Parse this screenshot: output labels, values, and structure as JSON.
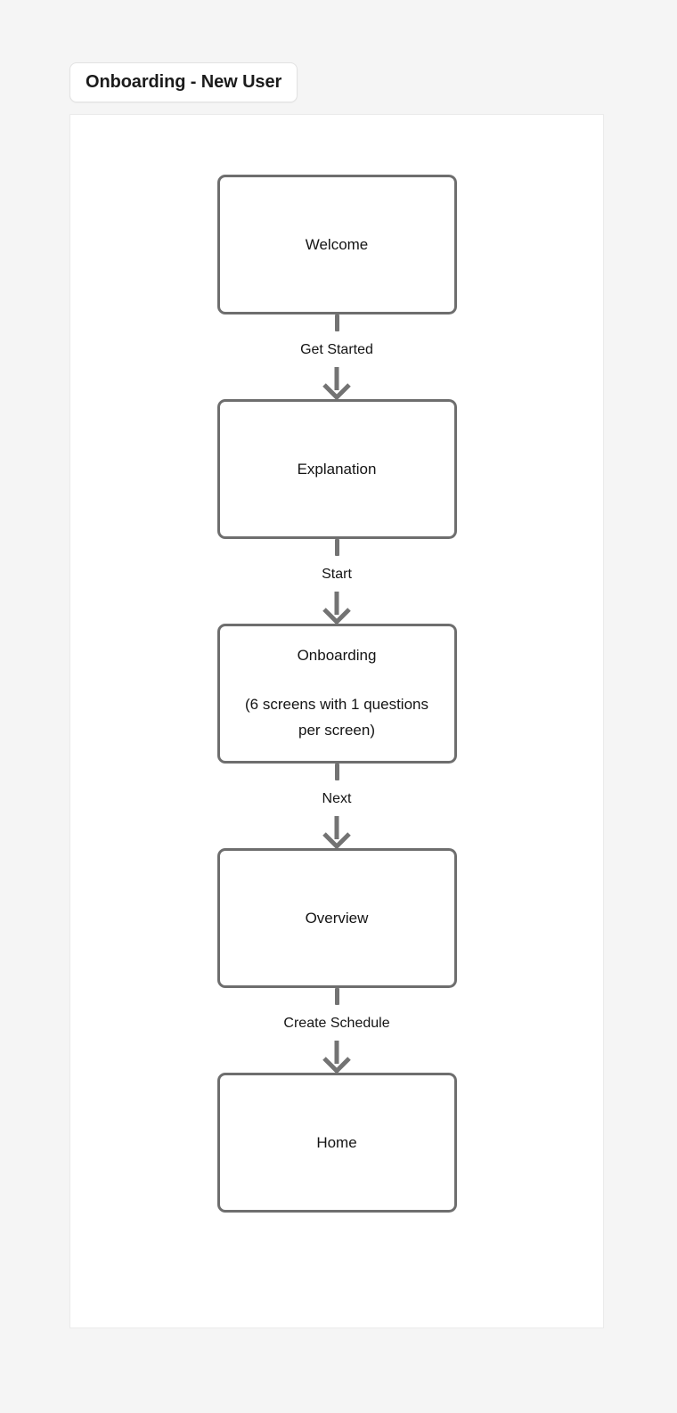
{
  "page": {
    "background_color": "#f5f5f5",
    "canvas_background": "#ffffff",
    "canvas_border_color": "#ebebeb",
    "node_border_color": "#6e6e6e",
    "arrow_color": "#737373",
    "text_color": "#141414"
  },
  "header": {
    "title": "Onboarding - New User"
  },
  "flow": {
    "nodes": [
      {
        "id": "welcome",
        "label": "Welcome",
        "sub": ""
      },
      {
        "id": "explanation",
        "label": "Explanation",
        "sub": ""
      },
      {
        "id": "onboarding",
        "label": "Onboarding",
        "sub": "(6 screens with 1 questions per screen)"
      },
      {
        "id": "overview",
        "label": "Overview",
        "sub": ""
      },
      {
        "id": "home",
        "label": "Home",
        "sub": ""
      }
    ],
    "connectors": [
      {
        "id": "get-started",
        "label": "Get Started",
        "from": "welcome",
        "to": "explanation"
      },
      {
        "id": "start",
        "label": "Start",
        "from": "explanation",
        "to": "onboarding"
      },
      {
        "id": "next",
        "label": "Next",
        "from": "onboarding",
        "to": "overview"
      },
      {
        "id": "create-schedule",
        "label": "Create Schedule",
        "from": "overview",
        "to": "home"
      }
    ]
  }
}
